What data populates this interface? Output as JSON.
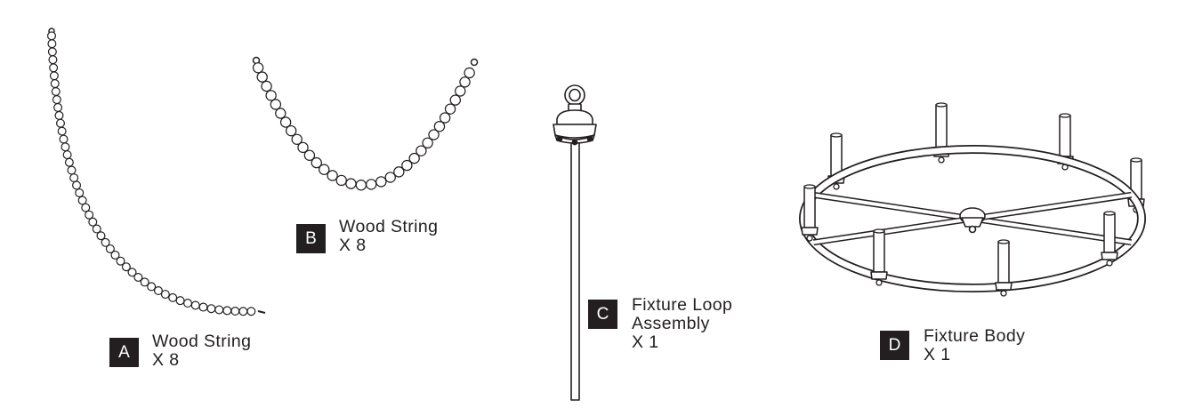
{
  "parts": [
    {
      "letter": "A",
      "name": "Wood String",
      "qty": "X 8"
    },
    {
      "letter": "B",
      "name": "Wood String",
      "qty": "X 8"
    },
    {
      "letter": "C",
      "name_line1": "Fixture Loop",
      "name_line2": "Assembly",
      "qty": "X 1"
    },
    {
      "letter": "D",
      "name": "Fixture Body",
      "qty": "X 1"
    }
  ],
  "colors": {
    "ink": "#231f20",
    "background": "#ffffff"
  }
}
